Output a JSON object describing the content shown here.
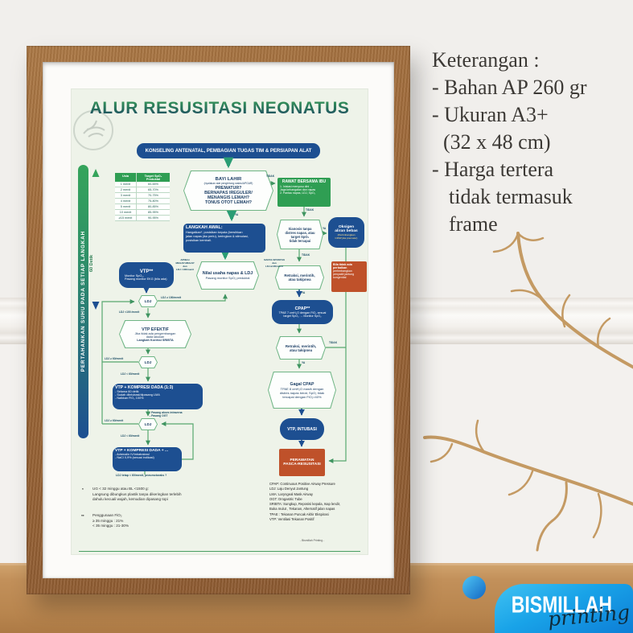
{
  "listing": {
    "title": "Keterangan :",
    "lines": [
      "- Bahan AP 260 gr",
      "- Ukuran A3+",
      "(32 x 48 cm)",
      "- Harga tertera",
      "tidak termasuk",
      "frame"
    ]
  },
  "brand": {
    "name": "BISMILLAH",
    "tagline": "printing"
  },
  "colors": {
    "navy": "#1d4f91",
    "green": "#2f9e53",
    "orange": "#bf512a",
    "wood": "#9a6536",
    "logo_blue": "#19a3e8"
  },
  "poster": {
    "title": "ALUR RESUSITASI NEONATUS",
    "pill": "KONSELING ANTENATAL, PEMBAGIAN TUGAS TIM & PERSIAPAN ALAT",
    "sidebar": "PERTAHANKAN SUHU PADA SETIAP LANGKAH",
    "timer": "60 Detik",
    "spo2_table": {
      "col1": "Usia",
      "col2": "Target SpO₂ Preduktal",
      "rows": [
        [
          "1 menit",
          "60-65%"
        ],
        [
          "2 menit",
          "65-70%"
        ],
        [
          "3 menit",
          "70-75%"
        ],
        [
          "4 menit",
          "75-80%"
        ],
        [
          "5 menit",
          "80-85%"
        ],
        [
          "10 menit",
          "85-95%"
        ],
        [
          "≥15 menit",
          "90-95%"
        ]
      ]
    },
    "nodes": {
      "bayi_lahir_title": "BAYI LAHIR",
      "bayi_lahir_sub": "(nyalakan alat penghitung waktu/APGAR)",
      "bayi_lahir_body": "PREMATUR?\nBERNAPAS IREGULER/\nMENANGIS LEMAH?\nTONUS OTOT LEMAH?",
      "rawat_title": "RAWAT BERSAMA IBU",
      "rawat_body": "1. Inisiasi menyusu dini →\n Jaga kehangatan dan napas\n2. Pantau napas, LDJ, SpO₂",
      "sianosis": "Sianosis tanpa\ndistres napas, atau\ntarget SpO₂\ntidak tercapai",
      "oksigen_title": "Oksigen\naliran bebas",
      "oksigen_sub": "(Pertimbangkan\nCPAP jika prematur)",
      "langkah_title": "LANGKAH AWAL:",
      "langkah_body": "Hangatkan*, posisikan kepala (bersihkan\njalan napas jika perlu), keringkan & stimulasi,\nposisikan kembali.",
      "nilai_title": "Nilai usaha napas & LDJ",
      "nilai_sub": "Pasang monitor SpO₂ preduktal",
      "vtp_title": "VTP**",
      "vtp_body": "Monitor SpO₂,\nPasang monitor EKG (bila ada)",
      "ldj": "LDJ",
      "vtp_efektif_title": "VTP EFEKTIF",
      "vtp_efektif_body": "Jika tidak ada pengembangan\ndada lakukan",
      "vtp_efektif_bold": "Langkah Koreksi SRIBTA",
      "kompresi1_title": "VTP + KOMPRESI DADA (1:3)",
      "kompresi1_body": "- Selama 60 detik\n- Sudah diintubasi/dipasang LMA\n- Naikkan FiO₂ 100%",
      "iv_note": "- Pasang akses intravena\n- Pasang OGT",
      "kompresi2_title": "VTP + KOMPRESI DADA + ...",
      "kompresi2_body": "- Adrenalin IV/intratrakeal\n- NaCl 0,9% (sesuai indikasi)",
      "pneumo": "LDJ tetap < 60/menit, pneumotoraks ?",
      "retraksi": "Retraksi, merintih,\natau takipnea",
      "jantung_title": "Bila tidak ada\nperbaikan",
      "jantung_body": "pertimbangkan\npenyakit jantung\nkongenital",
      "cpap_title": "CPAP**",
      "cpap_body": "TPAE 7 cmH₂O dengan FiO₂ sesuai\ntarget SpO₂ → Monitor SpO₂",
      "gagal_title": "Gagal CPAP",
      "gagal_body": "TPAE 8 cmH₂O masih dengan\ndistres napas berat, SpO₂ tidak\ntercapai dengan FiO₂>40%",
      "intubasi": "VTP, INTUBASI",
      "perawatan": "PERAWATAN\nPASCA-RESUSITASI"
    },
    "labels": {
      "ya": "YA",
      "tidak": "TIDAK",
      "apnea": "APNEA/\nMEGAP-MEGAP\ndan\nLDJ <100/menit",
      "spontan": "NAPAS SPONTAN\ndan\nLDJ ≥100/menit",
      "ldj_ge100": "LDJ ≥ 100/menit",
      "ldj_lt100": "LDJ <100 /menit",
      "ldj_ge60": "LDJ ≥ 60/menit",
      "ldj_lt60": "LDJ < 60/menit"
    },
    "footnotes": {
      "s1": "*",
      "t1": "UG < 32 minggu atau BL <1500 g:\nLangsung dibungkus plastik tanpa dikeringkan terlebih\ndahulu kecuali wajah, kemudian dipasang topi",
      "s2": "**",
      "t2": "Penggunaan FiO₂\n≥ 35 minggu : 21%\n< 35 minggu : 21-30%"
    },
    "abbreviations": [
      "CPAP: Continuous Positive Airway Pressure",
      "LDJ: Laju Denyut Jantung",
      "LMA: Laryngeal Mask Airway",
      "OGT: Orogastric Tube",
      "SRIBTA: Sungkup, Reposisi kepala, Isap lendir,",
      "Buka mulut , Tekanan, Alternatif jalan napas",
      "TPAE : Tekanan Puncak Akhir Ekspirasi",
      "VTP: Ventilasi Tekanan Positif"
    ],
    "credit": "- Bismillah Printing -"
  }
}
